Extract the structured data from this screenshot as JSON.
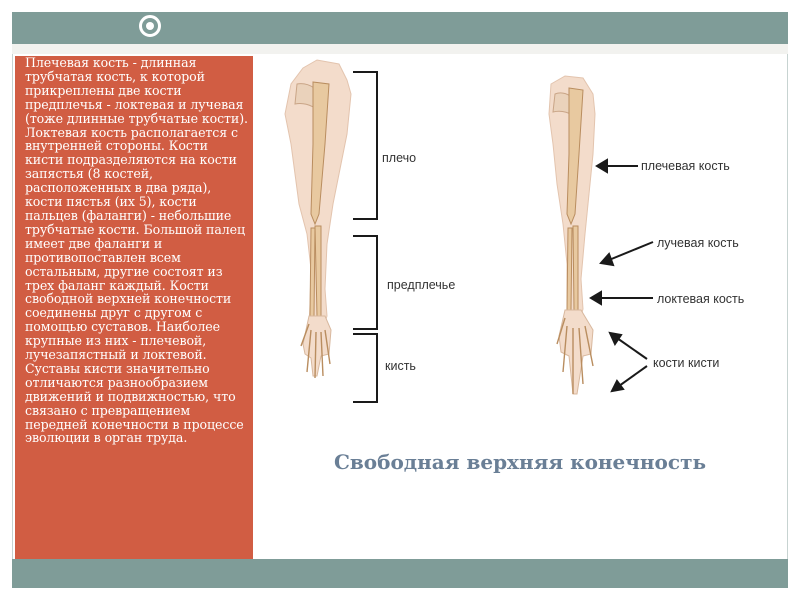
{
  "slide": {
    "title": "Свободная верхняя конечность",
    "body_text": "Плечевая кость - длинная трубчатая кость, к которой прикреплены две кости предплечья - локтевая и лучевая (тоже длинные трубчатые кости). Локтевая кость располагается с внутренней стороны. Кости кисти подразделяются на кости запястья (8 костей, расположенных в два ряда), кости пястья (их 5), кости пальцев (фаланги) - небольшие трубчатые кости. Большой палец имеет две фаланги и противопоставлен всем остальным, другие состоят из трех фаланг каждый. Кости свободной верхней конечности соединены друг с другом с помощью суставов. Наиболее крупные из них - плечевой, лучезапястный и локтевой. Суставы кисти значительно отличаются разнообразием движений и подвижностью, что связано с превращением передней конечности в процессе эволюции в орган труда."
  },
  "diagram": {
    "left_labels": {
      "shoulder": "плечо",
      "forearm": "предплечье",
      "hand": "кисть"
    },
    "right_labels": {
      "humerus": "плечевая кость",
      "radius": "лучевая кость",
      "ulna": "локтевая кость",
      "hand_bones": "кости кисти"
    }
  },
  "colors": {
    "panel": "#d15d43",
    "band": "#7f9c98",
    "title": "#6a7f96",
    "skin": "#f3dccb",
    "bone": "#e8c9a0"
  }
}
